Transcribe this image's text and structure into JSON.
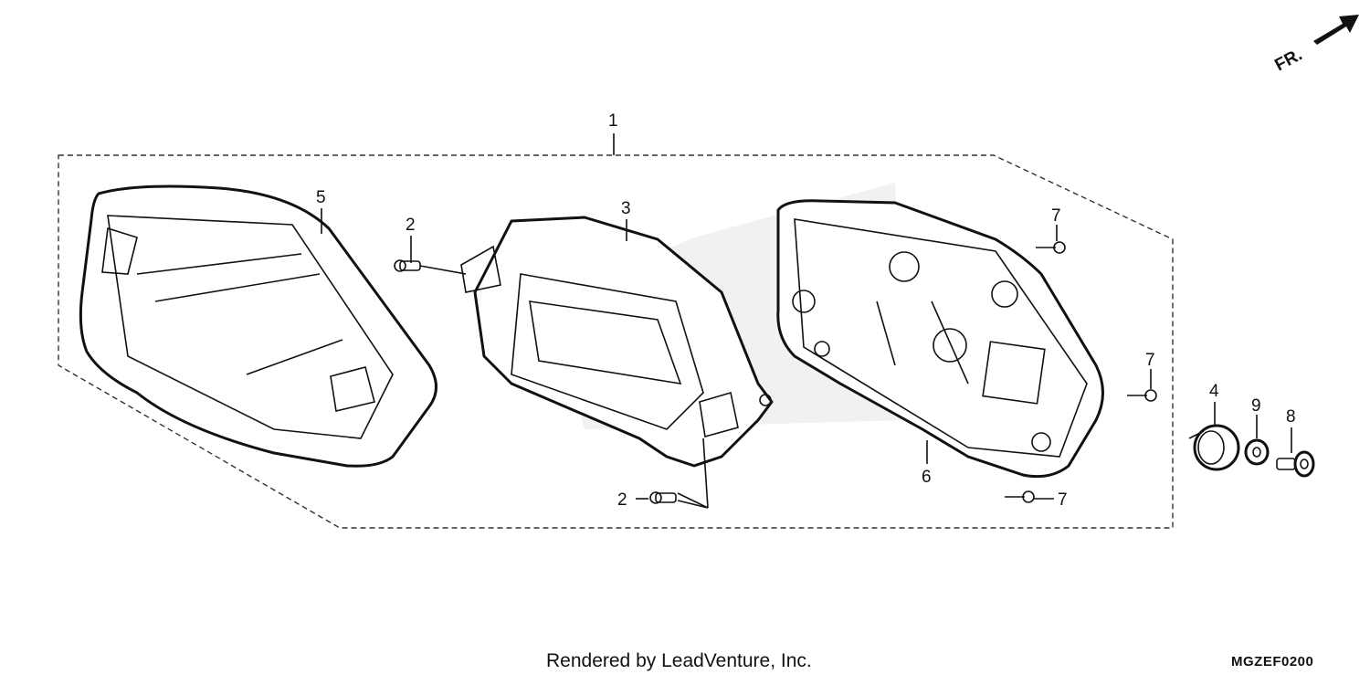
{
  "direction_label": "FR.",
  "callouts": {
    "assembly": "1",
    "screw_top": "2",
    "screw_bottom": "2",
    "meter_unit": "3",
    "grommet": "4",
    "upper_case": "5",
    "lower_case": "6",
    "screw_right_top": "7",
    "screw_right_mid": "7",
    "screw_bottom_right": "7",
    "collar_screw": "8",
    "washer": "9"
  },
  "footer": {
    "credit": "Rendered by LeadVenture, Inc.",
    "diagram_code": "MGZEF0200"
  },
  "colors": {
    "line": "#111111",
    "watermark": "#d0d0d0"
  }
}
